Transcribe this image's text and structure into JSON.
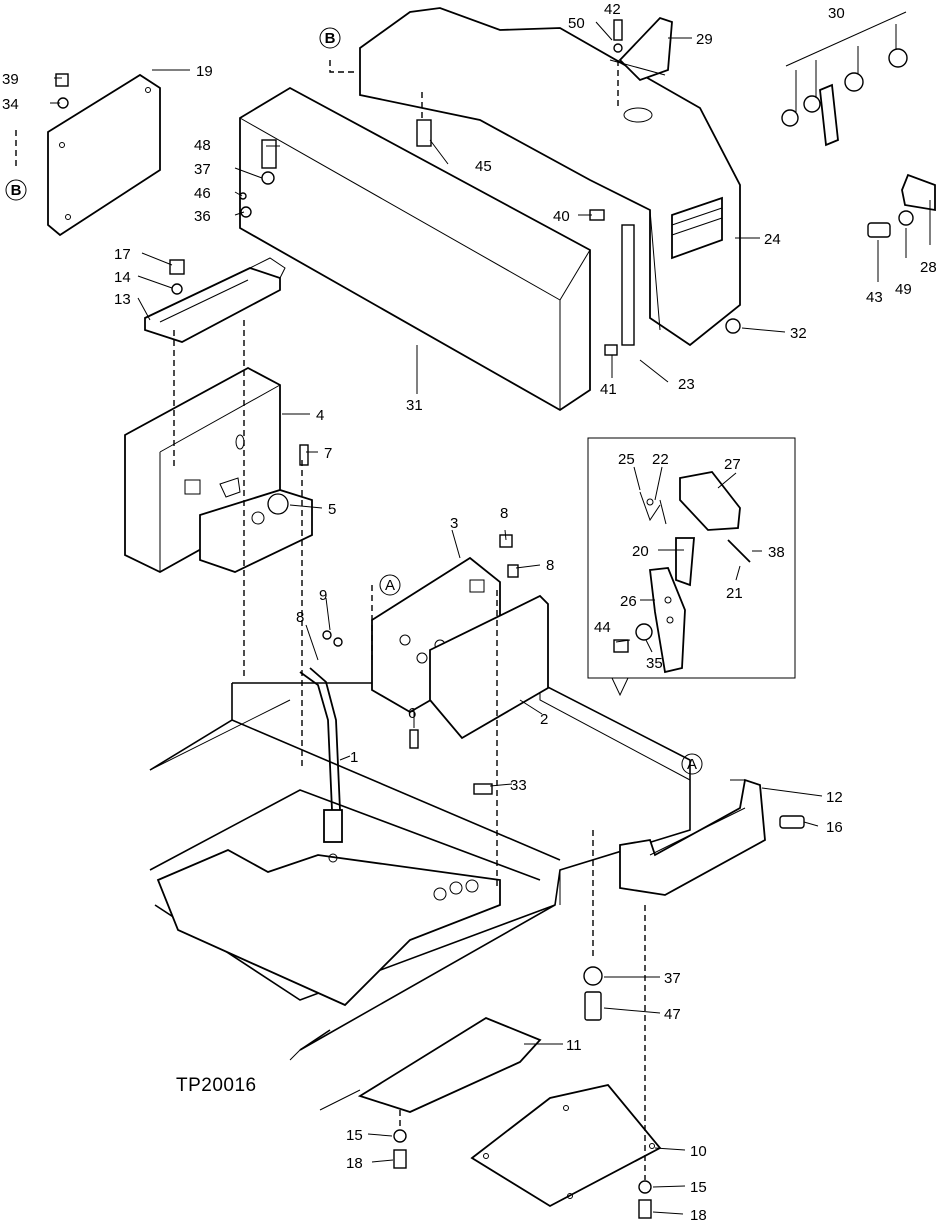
{
  "figure_id": "TP20016",
  "view_markers": {
    "a": "A",
    "b": "B"
  },
  "callouts": [
    {
      "id": "c50",
      "text": "50"
    },
    {
      "id": "c42",
      "text": "42"
    },
    {
      "id": "c29",
      "text": "29"
    },
    {
      "id": "c30",
      "text": "30"
    },
    {
      "id": "c39",
      "text": "39"
    },
    {
      "id": "c19",
      "text": "19"
    },
    {
      "id": "c34",
      "text": "34"
    },
    {
      "id": "c48",
      "text": "48"
    },
    {
      "id": "c45",
      "text": "45"
    },
    {
      "id": "c37a",
      "text": "37"
    },
    {
      "id": "c46",
      "text": "46"
    },
    {
      "id": "c36",
      "text": "36"
    },
    {
      "id": "c40",
      "text": "40"
    },
    {
      "id": "c24",
      "text": "24"
    },
    {
      "id": "c43",
      "text": "43"
    },
    {
      "id": "c49",
      "text": "49"
    },
    {
      "id": "c28",
      "text": "28"
    },
    {
      "id": "c17",
      "text": "17"
    },
    {
      "id": "c14",
      "text": "14"
    },
    {
      "id": "c13",
      "text": "13"
    },
    {
      "id": "c32",
      "text": "32"
    },
    {
      "id": "c41",
      "text": "41"
    },
    {
      "id": "c23",
      "text": "23"
    },
    {
      "id": "c31",
      "text": "31"
    },
    {
      "id": "c4",
      "text": "4"
    },
    {
      "id": "c7",
      "text": "7"
    },
    {
      "id": "c5",
      "text": "5"
    },
    {
      "id": "c25",
      "text": "25"
    },
    {
      "id": "c22",
      "text": "22"
    },
    {
      "id": "c27",
      "text": "27"
    },
    {
      "id": "c3",
      "text": "3"
    },
    {
      "id": "c8a",
      "text": "8"
    },
    {
      "id": "c8b",
      "text": "8"
    },
    {
      "id": "c20",
      "text": "20"
    },
    {
      "id": "c38",
      "text": "38"
    },
    {
      "id": "c21",
      "text": "21"
    },
    {
      "id": "c26",
      "text": "26"
    },
    {
      "id": "c9",
      "text": "9"
    },
    {
      "id": "c8c",
      "text": "8"
    },
    {
      "id": "c44",
      "text": "44"
    },
    {
      "id": "c35",
      "text": "35"
    },
    {
      "id": "c6",
      "text": "6"
    },
    {
      "id": "c2",
      "text": "2"
    },
    {
      "id": "c1",
      "text": "1"
    },
    {
      "id": "c33",
      "text": "33"
    },
    {
      "id": "c12",
      "text": "12"
    },
    {
      "id": "c16",
      "text": "16"
    },
    {
      "id": "c37b",
      "text": "37"
    },
    {
      "id": "c47",
      "text": "47"
    },
    {
      "id": "c11",
      "text": "11"
    },
    {
      "id": "c15a",
      "text": "15"
    },
    {
      "id": "c18a",
      "text": "18"
    },
    {
      "id": "c10",
      "text": "10"
    },
    {
      "id": "c15b",
      "text": "15"
    },
    {
      "id": "c18b",
      "text": "18"
    }
  ]
}
